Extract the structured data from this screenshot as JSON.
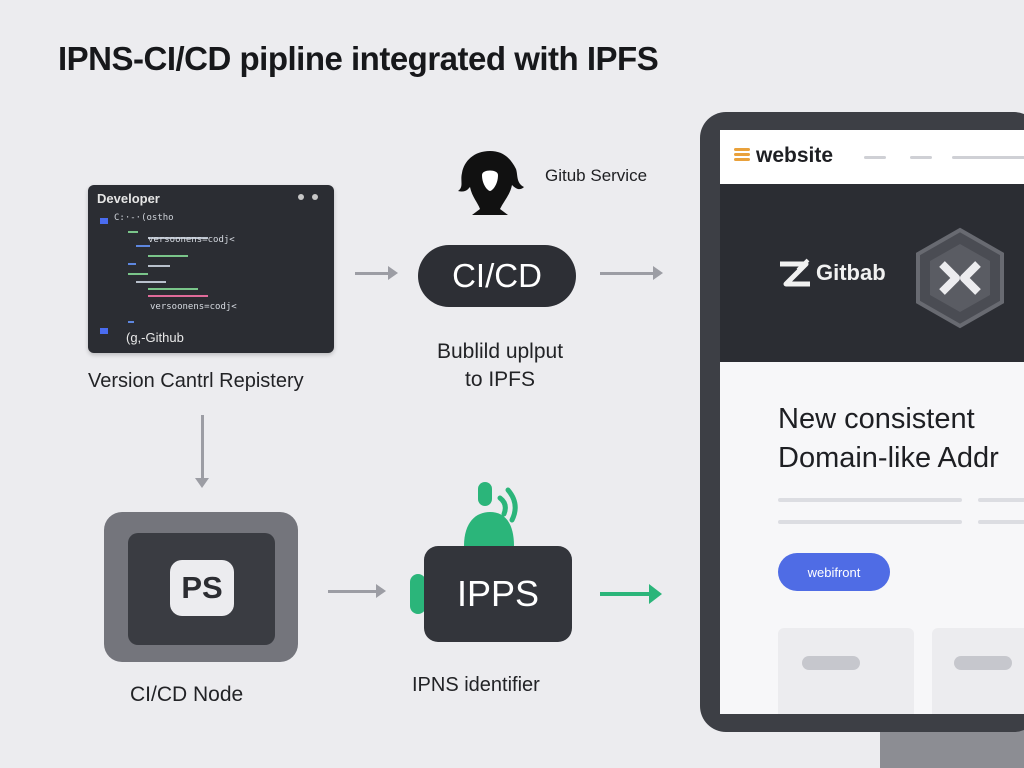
{
  "title": "IPNS-CI/CD pipline integrated with IPFS",
  "developer_terminal": {
    "window_title": "Developer",
    "code_fragments": [
      "C:·-·(ostho",
      "versoonens=codj<",
      "versoonens=codj<",
      "(g,-Github"
    ],
    "footer_text": "(g,-Github"
  },
  "version_control_label": "Version Cantrl Repistery",
  "github_service_label": "Gitub Service",
  "cicd_pill_label": "CI/CD",
  "build_text": [
    "Bublild uplput",
    "to IPFS"
  ],
  "ps_icon_label": "PS",
  "cicd_node_label": "CI/CD Node",
  "ipps_label": "IPPS",
  "ipns_identifier_label": "IPNS identifier",
  "website": {
    "site_name": "website",
    "gitlab_label": "Gitbab",
    "headline": [
      "New consistent",
      "Domain-like Addr"
    ],
    "button_label": "webifront"
  },
  "colors": {
    "background": "#ececef",
    "dark": "#2d2f35",
    "green": "#2bb57a",
    "blue_button": "#4f6ce5",
    "arrow_grey": "#9c9da4"
  },
  "icons": [
    "github-icon",
    "gitlab-icon",
    "hexagon-logo-icon",
    "person-signal-icon",
    "ps-icon",
    "website-logo-icon"
  ]
}
